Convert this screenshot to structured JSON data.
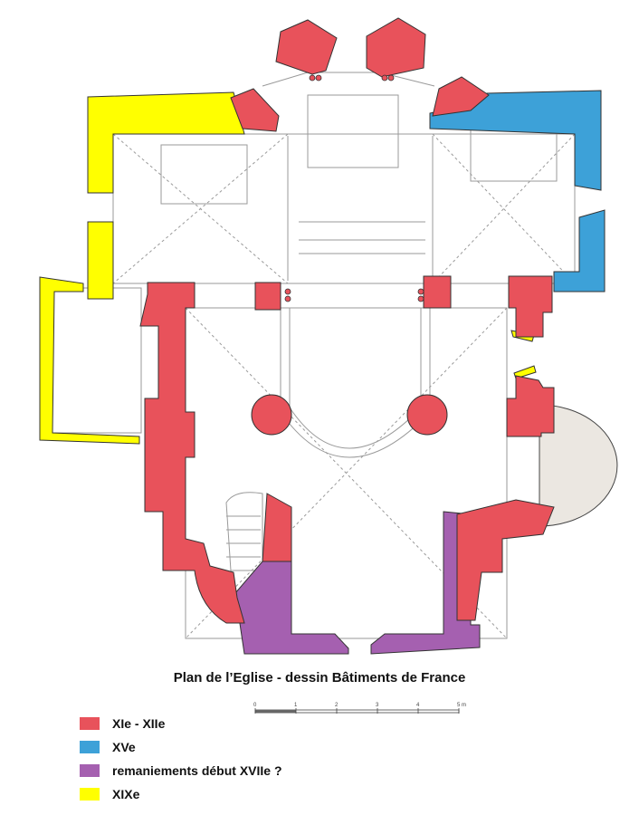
{
  "caption": "Plan de l’Eglise - dessin Bâtiments de France",
  "colors": {
    "xi_xii": "#e8525b",
    "xv": "#3da1d8",
    "xvii": "#a560b0",
    "xix": "#ffff00",
    "annex": "#ebe7e1",
    "line": "#9a9a9a",
    "wall_outline": "#444444"
  },
  "legend": [
    {
      "key": "xi_xii",
      "label": "XIe - XIIe"
    },
    {
      "key": "xv",
      "label": "XVe"
    },
    {
      "key": "xvii",
      "label": "remaniements début XVIIe ?"
    },
    {
      "key": "xix",
      "label": "XIXe"
    }
  ],
  "scale_bar": {
    "ticks": [
      "0",
      "1",
      "2",
      "3",
      "4",
      "5 m"
    ]
  }
}
